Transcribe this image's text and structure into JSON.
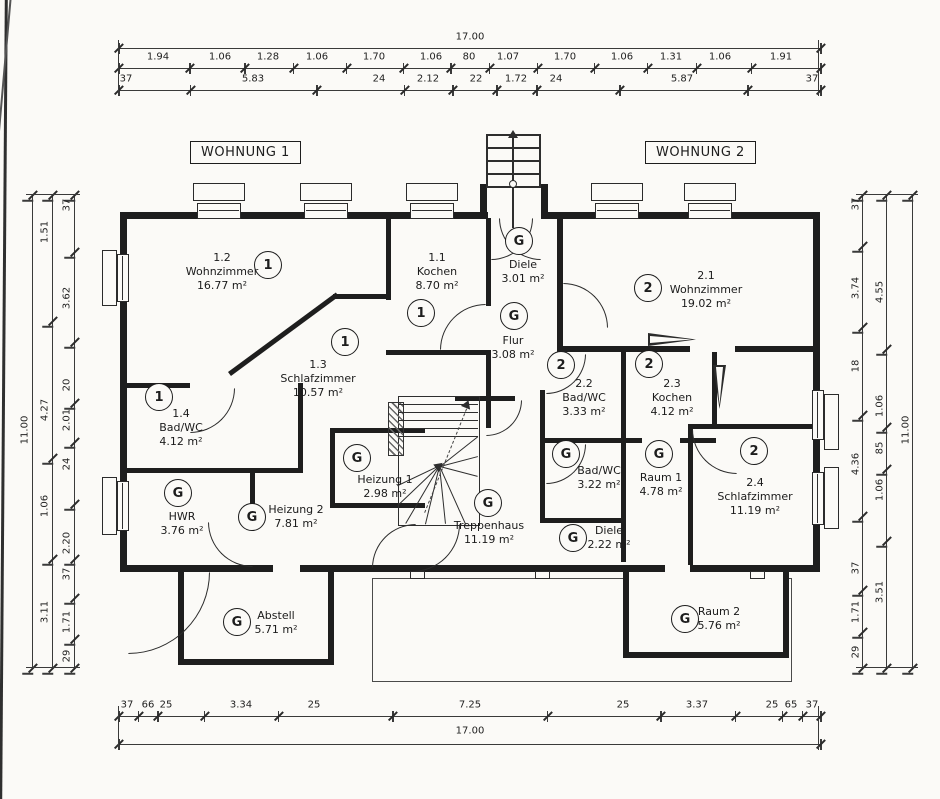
{
  "header": {
    "apartment1": "WOHNUNG 1",
    "apartment2": "WOHNUNG 2"
  },
  "rooms": [
    {
      "badge": "1",
      "num": "1.2",
      "name": "Wohnzimmer",
      "area": "16.77 m²"
    },
    {
      "badge": "1",
      "num": "1.1",
      "name": "Kochen",
      "area": "8.70 m²"
    },
    {
      "badge": "G",
      "num": "",
      "name": "Diele",
      "area": "3.01 m²"
    },
    {
      "badge": "2",
      "num": "2.1",
      "name": "Wohnzimmer",
      "area": "19.02 m²"
    },
    {
      "badge": "G",
      "num": "",
      "name": "Flur",
      "area": "3.08 m²"
    },
    {
      "badge": "1",
      "num": "1.3",
      "name": "Schlafzimmer",
      "area": "10.57 m²"
    },
    {
      "badge": "2",
      "num": "2.2",
      "name": "Bad/WC",
      "area": "3.33 m²"
    },
    {
      "badge": "2",
      "num": "2.3",
      "name": "Kochen",
      "area": "4.12 m²"
    },
    {
      "badge": "1",
      "num": "1.4",
      "name": "Bad/WC",
      "area": "4.12 m²"
    },
    {
      "badge": "G",
      "num": "",
      "name": "Heizung 1",
      "area": "2.98 m²"
    },
    {
      "badge": "G",
      "num": "",
      "name": "Treppenhaus",
      "area": "11.19 m²"
    },
    {
      "badge": "G",
      "num": "",
      "name": "Bad/WC",
      "area": "3.22 m²"
    },
    {
      "badge": "G",
      "num": "",
      "name": "Raum 1",
      "area": "4.78 m²"
    },
    {
      "badge": "2",
      "num": "2.4",
      "name": "Schlafzimmer",
      "area": "11.19 m²"
    },
    {
      "badge": "G",
      "num": "",
      "name": "HWR",
      "area": "3.76 m²"
    },
    {
      "badge": "G",
      "num": "",
      "name": "Heizung 2",
      "area": "7.81 m²"
    },
    {
      "badge": "G",
      "num": "",
      "name": "Diele",
      "area": "2.22 m²"
    },
    {
      "badge": "G",
      "num": "",
      "name": "Abstell",
      "area": "5.71 m²"
    },
    {
      "badge": "G",
      "num": "",
      "name": "Raum 2",
      "area": "5.76 m²"
    }
  ],
  "dimensions": {
    "top": {
      "total": "17.00",
      "row2": [
        "1.94",
        "1.06",
        "1.28",
        "1.06",
        "1.70",
        "1.06",
        "80",
        "1.07",
        "1.70",
        "1.06",
        "1.31",
        "1.06",
        "1.91"
      ],
      "row3": [
        "37",
        "5.83",
        "24",
        "2.12",
        "22",
        "1.72",
        "24",
        "5.87",
        "37"
      ]
    },
    "bottom": {
      "total": "17.00",
      "row": [
        "37",
        "66",
        "25",
        "3.34",
        "25",
        "7.25",
        "25",
        "3.37",
        "25",
        "65",
        "37"
      ]
    },
    "left": {
      "total": "11.00",
      "mid": [
        "1.51",
        "4.27",
        "1.06",
        "3.11"
      ],
      "inner": [
        "37",
        "3.62",
        "20",
        "2.01",
        "24",
        "2.20",
        "37",
        "1.71",
        "29"
      ]
    },
    "right": {
      "total": "11.00",
      "inner": [
        "37",
        "3.74",
        "18",
        "4.36",
        "37",
        "1.71",
        "29"
      ],
      "mid": [
        "4.55",
        "1.06",
        "85",
        "1.06",
        "3.51"
      ]
    }
  }
}
